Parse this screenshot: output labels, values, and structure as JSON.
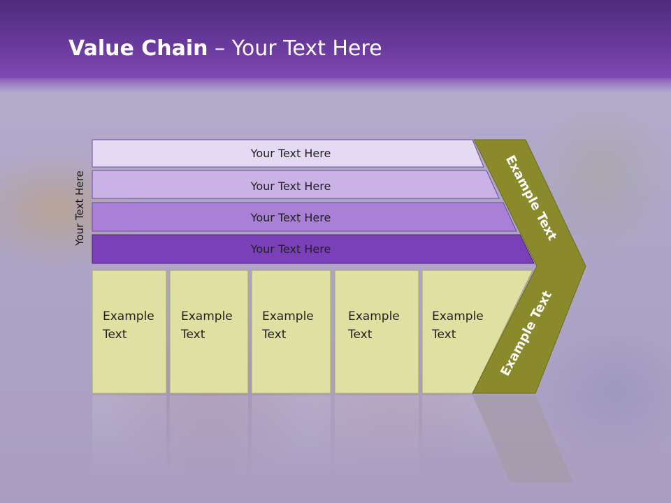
{
  "slide": {
    "title_bold": "Value Chain",
    "title_rest": " – Your Text Here",
    "side_label": "Your Text Here"
  },
  "bars": [
    {
      "label": "Your Text Here",
      "color": "#e4daf3"
    },
    {
      "label": "Your Text Here",
      "color": "#cab2e6"
    },
    {
      "label": "Your Text Here",
      "color": "#a97fd8"
    },
    {
      "label": "Your Text Here",
      "color": "#7b3fb8"
    }
  ],
  "cells": [
    {
      "line1": "Example",
      "line2": "Text"
    },
    {
      "line1": "Example",
      "line2": "Text"
    },
    {
      "line1": "Example",
      "line2": "Text"
    },
    {
      "line1": "Example",
      "line2": "Text"
    },
    {
      "line1": "Example",
      "line2": "Text"
    }
  ],
  "arrow": {
    "upper_label": "Example Text",
    "lower_label": "Example Text",
    "color": "#8a8a2c"
  },
  "colors": {
    "header": "#6a3a9e",
    "cell_fill": "#e0e0a3",
    "cell_border": "#a9a96a"
  }
}
